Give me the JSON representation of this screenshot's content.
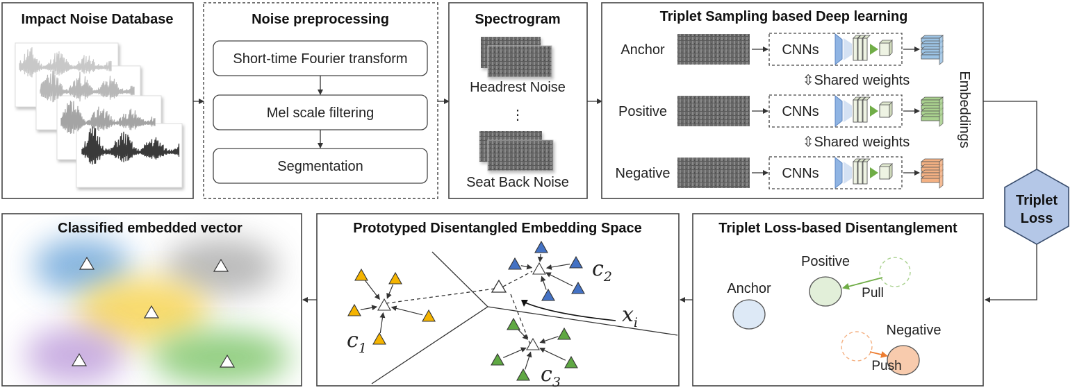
{
  "panels": {
    "database": {
      "title": "Impact Noise Database"
    },
    "preprocessing": {
      "title": "Noise preprocessing",
      "steps": [
        "Short-time Fourier transform",
        "Mel scale filtering",
        "Segmentation"
      ]
    },
    "spectrogram": {
      "title": "Spectrogram",
      "label_top": "Headrest Noise",
      "ellipsis": "⋮",
      "label_bottom": "Seat Back Noise"
    },
    "triplet_sampling": {
      "title": "Triplet Sampling based Deep learning",
      "rows": [
        {
          "label": "Anchor",
          "network": "CNNs",
          "color": "#9cc3e4"
        },
        {
          "label": "Positive",
          "network": "CNNs",
          "color": "#a9d18e"
        },
        {
          "label": "Negative",
          "network": "CNNs",
          "color": "#f4b183"
        }
      ],
      "shared_weights": "⇳Shared weights",
      "embeddings_label": "Embeddings"
    },
    "triplet_loss_node": {
      "line1": "Triplet",
      "line2": "Loss",
      "color": "#b4c7e7"
    },
    "disentanglement": {
      "title": "Triplet Loss-based Disentanglement",
      "anchor": "Anchor",
      "positive": "Positive",
      "pull": "Pull",
      "negative": "Negative",
      "push": "Push"
    },
    "embedding_space": {
      "title": "Prototyped Disentangled Embedding Space",
      "prototypes": [
        {
          "name": "c",
          "sub": "1",
          "color": "#f5b400"
        },
        {
          "name": "c",
          "sub": "2",
          "color": "#4472c4"
        },
        {
          "name": "c",
          "sub": "3",
          "color": "#5fa843"
        }
      ],
      "query": {
        "name": "x",
        "sub": "i"
      }
    },
    "classified": {
      "title": "Classified embedded vector",
      "blob_colors": [
        "#5b9bd5",
        "#9e9e9e",
        "#f7d24a",
        "#b38dd6",
        "#6fbf5a"
      ]
    }
  }
}
